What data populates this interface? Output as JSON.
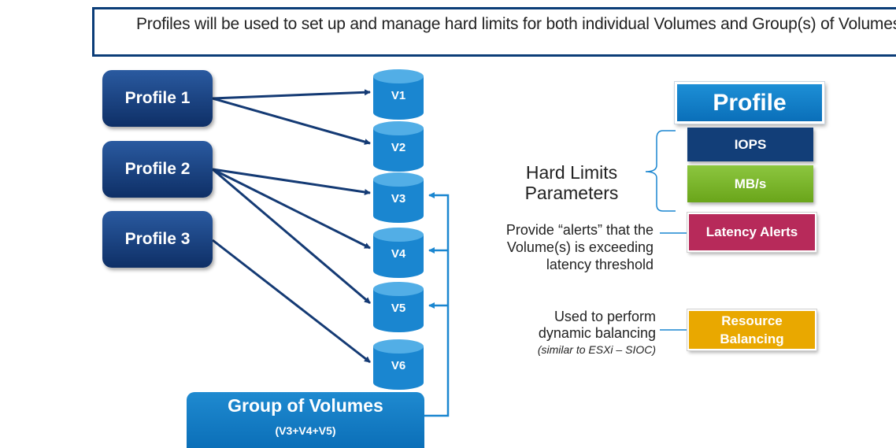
{
  "banner": {
    "text": "Profiles will be used to set up and manage hard limits for both individual Volumes and Group(s) of Volumes"
  },
  "profiles": [
    "Profile 1",
    "Profile 2",
    "Profile 3"
  ],
  "volumes": [
    "V1",
    "V2",
    "V3",
    "V4",
    "V5",
    "V6"
  ],
  "group": {
    "title": "Group of Volumes",
    "subtitle": "(V3+V4+V5)"
  },
  "legend": {
    "profile": "Profile",
    "iops": "IOPS",
    "mbs": "MB/s",
    "latency": "Latency Alerts",
    "resource_line1": "Resource",
    "resource_line2": "Balancing"
  },
  "annotations": {
    "hard_limits_line1": "Hard Limits",
    "hard_limits_line2": "Parameters",
    "alerts_line1": "Provide “alerts” that the",
    "alerts_line2": "Volume(s) is exceeding",
    "alerts_line3": "latency threshold",
    "balancing_line1": "Used to perform",
    "balancing_line2": "dynamic balancing",
    "balancing_line3": "(similar to ESXi – SIOC)"
  },
  "colors": {
    "profile_button": "#163f80",
    "volume": "#1a86d0",
    "iops": "#123e78",
    "mbs": "#7ab51d",
    "latency": "#b72a5a",
    "resource": "#e9a800",
    "arrow": "#143a74",
    "group_bracket": "#1a86d0"
  }
}
